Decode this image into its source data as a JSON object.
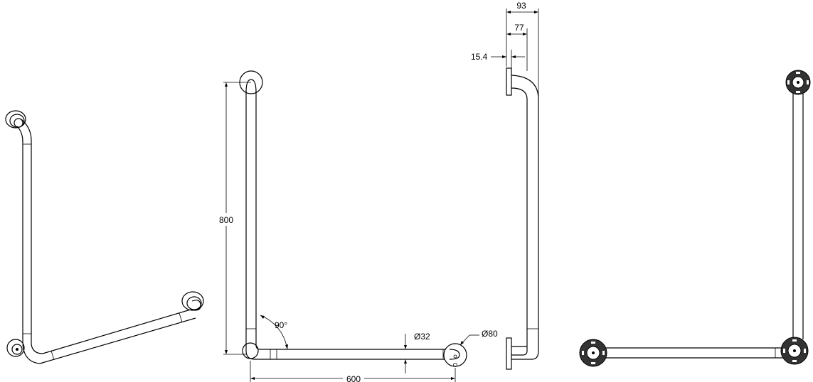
{
  "dimensions": {
    "height": "800",
    "length": "600",
    "angle": "90°",
    "tube_diameter": "Ø32",
    "flange_diameter": "Ø80",
    "projection_total": "93",
    "projection_center": "77",
    "flange_thickness": "15.4"
  },
  "colors": {
    "line": "#000000",
    "background": "#ffffff",
    "flange_shade": "#333333"
  }
}
